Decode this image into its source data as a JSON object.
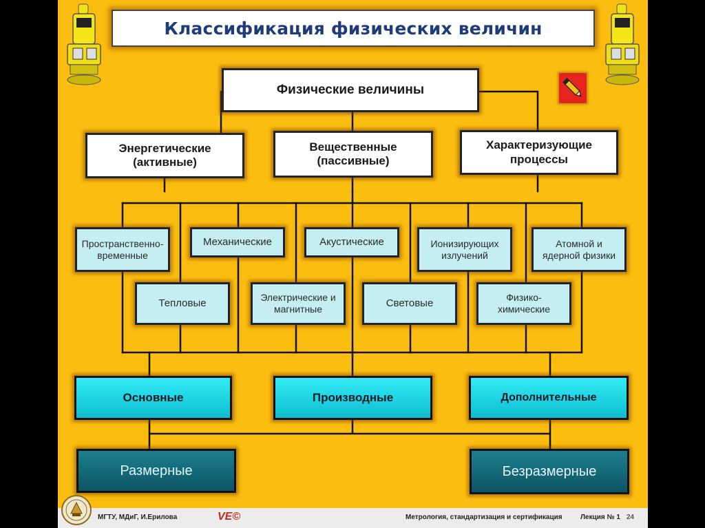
{
  "title": "Классификация физических величин",
  "root": "Физические величины",
  "level1": [
    "Энергетические\n(активные)",
    "Вещественные\n(пассивные)",
    "Характеризующие\nпроцессы"
  ],
  "categories_row1": [
    "Пространственно-\nвременные",
    "Механические",
    "Акустические",
    "Ионизирующих\nизлучений",
    "Атомной и\nядерной физики"
  ],
  "categories_row2": [
    "Тепловые",
    "Электрические и\nмагнитные",
    "Световые",
    "Физико-\nхимические"
  ],
  "level3": [
    "Основные",
    "Производные",
    "Дополнительные"
  ],
  "level4": [
    "Размерные",
    "Безразмерные"
  ],
  "footer": {
    "left": "МГТУ, МДиГ, И.Ерилова",
    "center_logo": "VE©",
    "course": "Метрология, стандартизация и сертификация",
    "lecture": "Лекция № 1",
    "page": "24"
  },
  "colors": {
    "background": "#fbbd0f",
    "title_text": "#1f3b78",
    "light_box": "#c4eef2",
    "cyan_box": "#1ed5e4",
    "teal_box": "#146a79",
    "pencil_icon_bg": "#e52420"
  },
  "icons": [
    "surveying-instrument-icon",
    "pencil-icon",
    "university-seal-icon"
  ]
}
